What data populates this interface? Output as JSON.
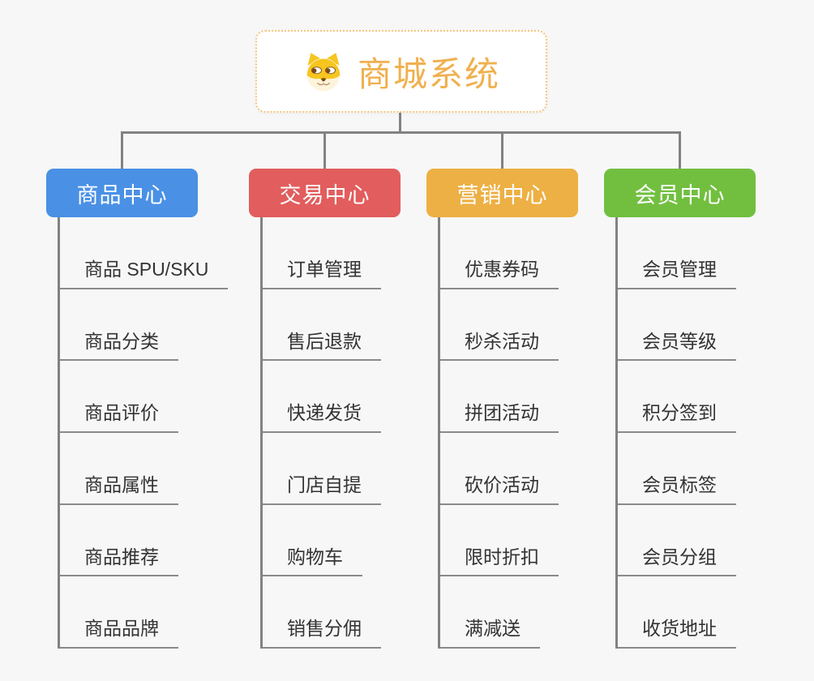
{
  "root": {
    "title": "商城系统",
    "title_color": "#f0b04e",
    "border_color": "#f3c57e",
    "icon": "shiba-dog-icon"
  },
  "connector_color": "#828282",
  "underline_color": "#8a8a8a",
  "branches": [
    {
      "label": "商品中心",
      "color": "#4a90e5",
      "children": [
        "商品 SPU/SKU",
        "商品分类",
        "商品评价",
        "商品属性",
        "商品推荐",
        "商品品牌"
      ]
    },
    {
      "label": "交易中心",
      "color": "#e25d5d",
      "children": [
        "订单管理",
        "售后退款",
        "快递发货",
        "门店自提",
        "购物车",
        "销售分佣"
      ]
    },
    {
      "label": "营销中心",
      "color": "#edb044",
      "children": [
        "优惠券码",
        "秒杀活动",
        "拼团活动",
        "砍价活动",
        "限时折扣",
        "满减送"
      ]
    },
    {
      "label": "会员中心",
      "color": "#72bf40",
      "children": [
        "会员管理",
        "会员等级",
        "积分签到",
        "会员标签",
        "会员分组",
        "收货地址"
      ]
    }
  ]
}
